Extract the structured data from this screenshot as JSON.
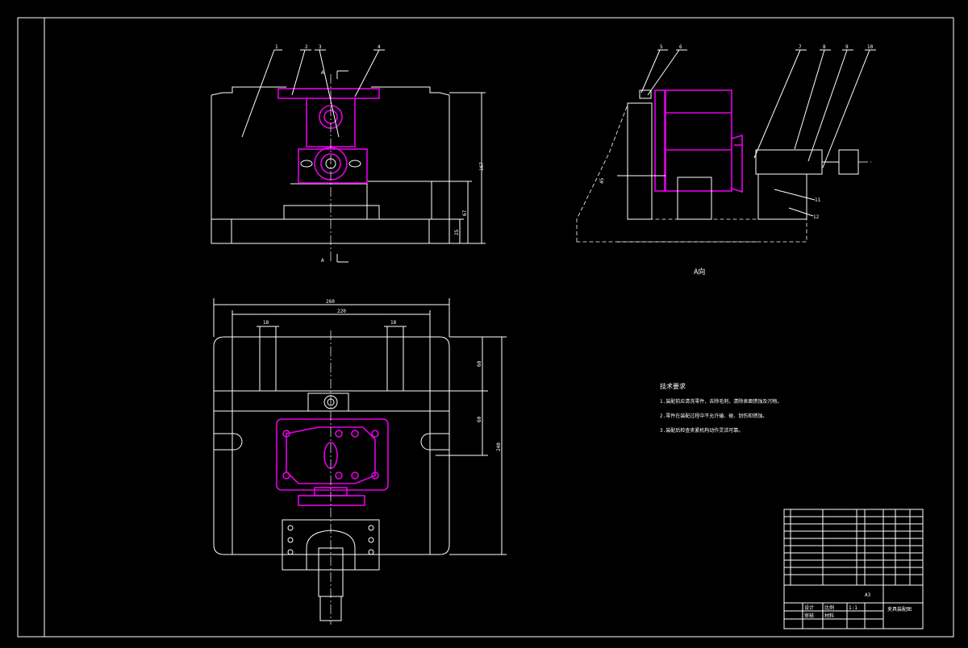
{
  "drawing": {
    "colors": {
      "background": "#000000",
      "line": "#ffffff",
      "part": "#e600e6"
    },
    "section_marks": {
      "top": "A",
      "bottom": "A"
    },
    "view_label": "A向",
    "front_view": {
      "balloons": [
        "1",
        "2",
        "3",
        "4"
      ],
      "dims": [
        "167",
        "67",
        "25"
      ]
    },
    "side_view": {
      "balloons": [
        "5",
        "6",
        "7",
        "8",
        "9",
        "10",
        "11",
        "12"
      ],
      "dim_small": "45"
    },
    "plan_view": {
      "dims": {
        "overall_width": "260",
        "inner_width": "220",
        "slot_left": "18",
        "slot_right": "18",
        "h1": "60",
        "h2": "60",
        "overall_height": "240"
      }
    },
    "notes": {
      "title": "技术要求",
      "items": [
        "1.装配前应清洗零件，去除毛刺，清除表面锈蚀及污物。",
        "2.零件在装配过程中不允许磕、碰、划伤和锈蚀。",
        "3.装配后检查夹紧机构动作灵活可靠。"
      ]
    },
    "title_block": {
      "scale_label": "比例",
      "scale": "1:1",
      "material_label": "材料",
      "drawing_name": "夹具装配图",
      "sheet": "A3",
      "designer_label": "设计",
      "checker_label": "审核"
    }
  }
}
